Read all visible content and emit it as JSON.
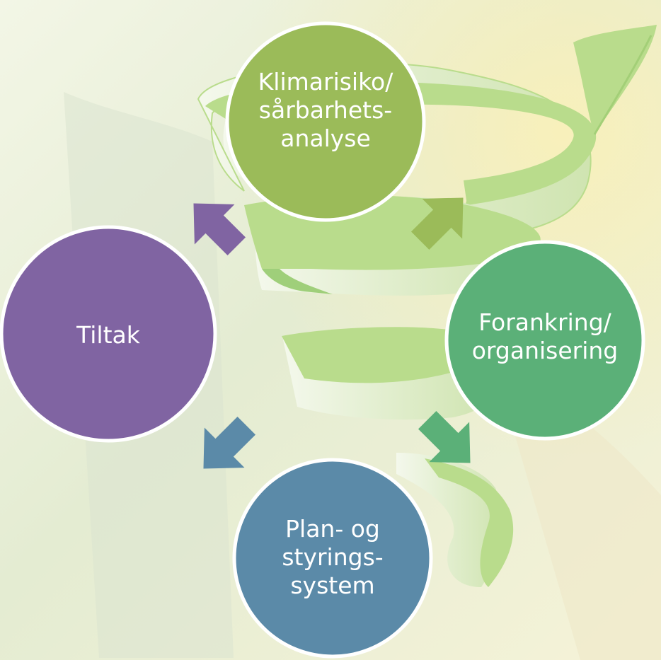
{
  "colors": {
    "spiral": "#b9dc8c",
    "spiral_shade": "#e2efcf",
    "klimarisiko": "#9bbb59",
    "forankring": "#5bb078",
    "plan": "#5b8aa8",
    "tiltak": "#8064a2"
  },
  "nodes": {
    "klimarisiko": {
      "lines": [
        "Klimarisiko/",
        "sårbarhets-",
        "analyse"
      ]
    },
    "forankring": {
      "lines": [
        "Forankring/",
        "organisering"
      ]
    },
    "plan": {
      "lines": [
        "Plan- og",
        "styrings-",
        "system"
      ]
    },
    "tiltak": {
      "lines": [
        "Tiltak"
      ]
    }
  },
  "arrows": [
    {
      "from": "klimarisiko",
      "to": "forankring",
      "color_key": "klimarisiko",
      "icon": "arrow-down-right-icon"
    },
    {
      "from": "forankring",
      "to": "plan",
      "color_key": "forankring",
      "icon": "arrow-down-left-icon"
    },
    {
      "from": "plan",
      "to": "tiltak",
      "color_key": "plan",
      "icon": "arrow-up-left-icon"
    },
    {
      "from": "tiltak",
      "to": "klimarisiko",
      "color_key": "tiltak",
      "icon": "arrow-up-right-icon"
    }
  ]
}
